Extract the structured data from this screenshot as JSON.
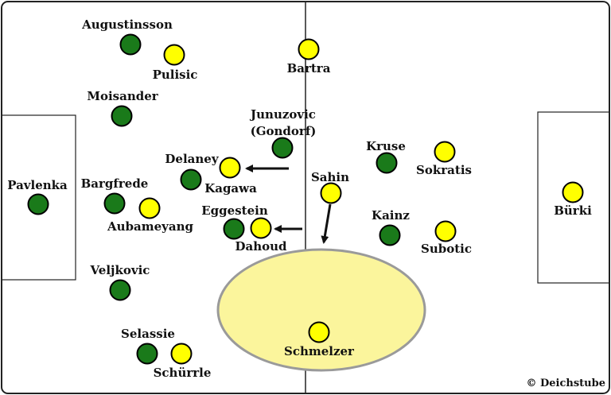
{
  "colors": {
    "green_team": "#1a7a1a",
    "yellow_team": "#ffff00",
    "zone_fill": "#fbf59c",
    "zone_stroke": "#9a9a9a",
    "lines": "#222222"
  },
  "credit": "© Deichstube",
  "players": [
    {
      "id": "augustinsson",
      "team": "green",
      "label": "Augustinsson"
    },
    {
      "id": "pulisic",
      "team": "yellow",
      "label": "Pulisic"
    },
    {
      "id": "bartra",
      "team": "yellow",
      "label": "Bartra"
    },
    {
      "id": "moisander",
      "team": "green",
      "label": "Moisander"
    },
    {
      "id": "junuzovic",
      "team": "green",
      "label": "Junuzovic",
      "label2": "(Gondorf)"
    },
    {
      "id": "kruse",
      "team": "green",
      "label": "Kruse"
    },
    {
      "id": "sokratis",
      "team": "yellow",
      "label": "Sokratis"
    },
    {
      "id": "delaney",
      "team": "green",
      "label": "Delaney"
    },
    {
      "id": "kagawa",
      "team": "yellow",
      "label": "Kagawa"
    },
    {
      "id": "pavlenka",
      "team": "green",
      "label": "Pavlenka"
    },
    {
      "id": "bargfrede",
      "team": "green",
      "label": "Bargfrede"
    },
    {
      "id": "aubameyang",
      "team": "yellow",
      "label": "Aubameyang"
    },
    {
      "id": "sahin",
      "team": "yellow",
      "label": "Sahin"
    },
    {
      "id": "burki",
      "team": "yellow",
      "label": "Bürki"
    },
    {
      "id": "eggestein",
      "team": "green",
      "label": "Eggestein"
    },
    {
      "id": "dahoud",
      "team": "yellow",
      "label": "Dahoud"
    },
    {
      "id": "kainz",
      "team": "green",
      "label": "Kainz"
    },
    {
      "id": "subotic",
      "team": "yellow",
      "label": "Subotic"
    },
    {
      "id": "veljkovic",
      "team": "green",
      "label": "Veljkovic"
    },
    {
      "id": "schmelzer",
      "team": "yellow",
      "label": "Schmelzer"
    },
    {
      "id": "selassie",
      "team": "green",
      "label": "Selassie"
    },
    {
      "id": "schurrle",
      "team": "yellow",
      "label": "Schürrle"
    }
  ]
}
